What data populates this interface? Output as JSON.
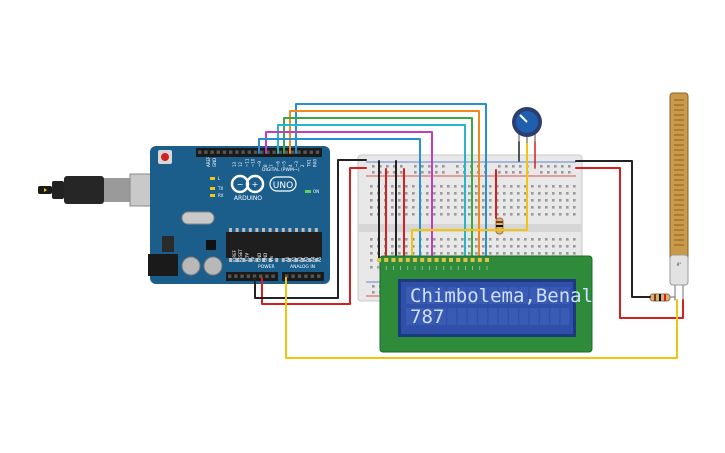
{
  "lcd": {
    "line1": "Chimbolema,Benal",
    "line2": "787"
  },
  "arduino": {
    "brand": "ARDUINO",
    "model": "UNO",
    "digital_label": "DIGITAL (PWM~)",
    "power_label": "POWER",
    "analog_label": "ANALOG IN",
    "on_label": "ON",
    "tx_label": "TX",
    "rx_label": "RX",
    "l_label": "L",
    "aref_label": "AREF",
    "gnd_label": "GND",
    "digital_pins": [
      "13",
      "12",
      "~11",
      "~10",
      "~9",
      "8",
      "7",
      "~6",
      "~5",
      "4",
      "~3",
      "2",
      "TX1",
      "RX0"
    ],
    "power_pins": [
      "IOREF",
      "RESET",
      "3.3V",
      "5V",
      "GND",
      "GND",
      "Vin"
    ],
    "analog_pins": [
      "A0",
      "A1",
      "A2",
      "A3",
      "A4",
      "A5"
    ]
  },
  "colors": {
    "arduino_board": "#1b5e8c",
    "breadboard": "#e8e8e8",
    "lcd_board": "#2e8b3a",
    "lcd_screen": "#2f4fa8",
    "wire_red": "#d32020",
    "wire_black": "#222222",
    "wire_yellow": "#f2c40f",
    "wire_orange": "#f08a1c",
    "wire_blue": "#2a8fd0",
    "wire_green": "#3aa845",
    "wire_purple": "#c03cc0",
    "wire_cyan": "#29b5c8",
    "flex_sensor": "#c99a4a"
  }
}
